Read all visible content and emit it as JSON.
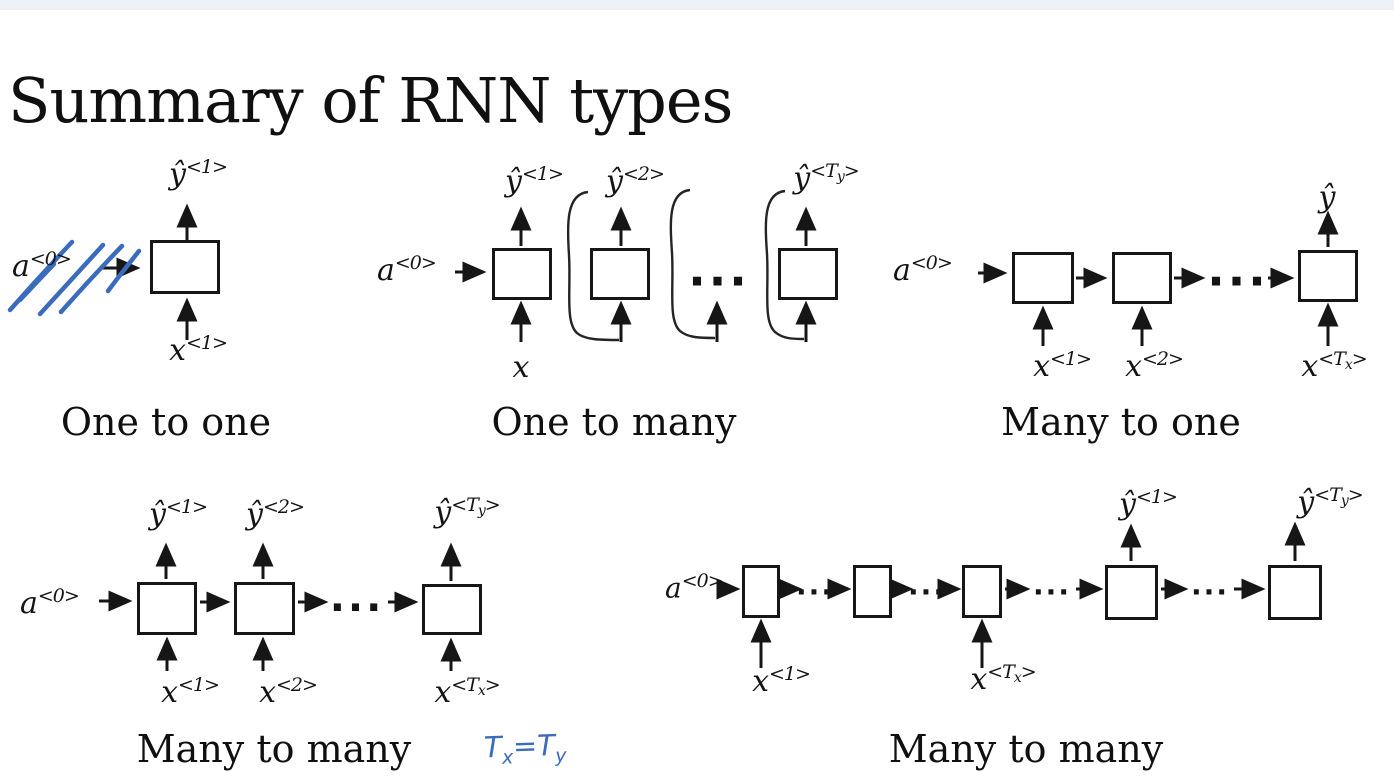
{
  "page": {
    "title": "Summary of RNN types"
  },
  "colors": {
    "background": "#ffffff",
    "top_bar": "#eef0f8",
    "ink_black": "#161616",
    "pen_blue": "#3a6cbd"
  },
  "ellipsis": "···",
  "symbols": {
    "a0": {
      "base": "a",
      "sup": "<0>"
    },
    "x": {
      "base": "x"
    },
    "x1": {
      "base": "x",
      "sup": "<1>"
    },
    "x2": {
      "base": "x",
      "sup": "<2>"
    },
    "xTx": {
      "base": "x",
      "sup_open": "<T",
      "sub": "x",
      "sup_close": ">"
    },
    "yhat": {
      "base": "ŷ"
    },
    "yhat1": {
      "base": "ŷ",
      "sup": "<1>"
    },
    "yhat2": {
      "base": "ŷ",
      "sup": "<2>"
    },
    "yhatTy": {
      "base": "ŷ",
      "sup_open": "<T",
      "sub": "y",
      "sup_close": ">"
    }
  },
  "diagrams": {
    "one_to_one": {
      "caption": "One to one"
    },
    "one_to_many": {
      "caption": "One to many"
    },
    "many_to_one": {
      "caption": "Many to one"
    },
    "many_to_many_equal": {
      "caption": "Many to many"
    },
    "many_to_many_unequal": {
      "caption": "Many to many"
    }
  },
  "annotations": {
    "tx_eq_ty": {
      "t1": "T",
      "sub1": "x",
      "eq": "=",
      "t2": "T",
      "sub2": "y"
    }
  }
}
